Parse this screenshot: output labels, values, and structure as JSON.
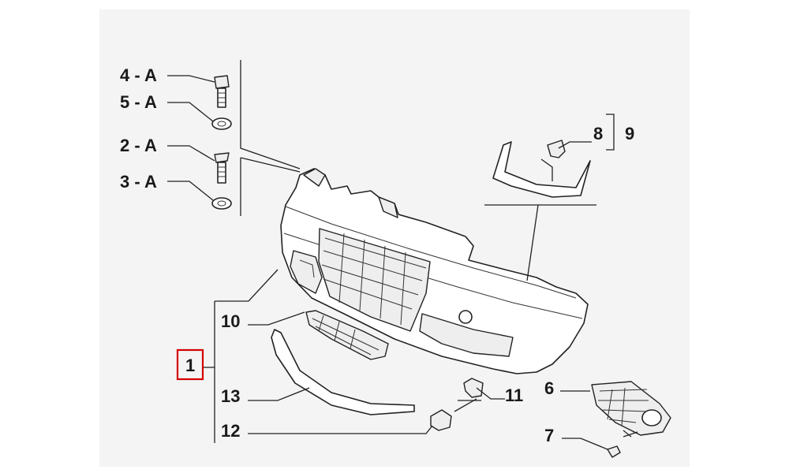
{
  "callouts": [
    {
      "id": "c4",
      "text": "4 - A"
    },
    {
      "id": "c5",
      "text": "5 - A"
    },
    {
      "id": "c2",
      "text": "2 - A"
    },
    {
      "id": "c3",
      "text": "3 - A"
    },
    {
      "id": "c8",
      "text": "8"
    },
    {
      "id": "c9",
      "text": "9"
    },
    {
      "id": "c10",
      "text": "10"
    },
    {
      "id": "c1",
      "text": "1"
    },
    {
      "id": "c13",
      "text": "13"
    },
    {
      "id": "c12",
      "text": "12"
    },
    {
      "id": "c11",
      "text": "11"
    },
    {
      "id": "c6",
      "text": "6"
    },
    {
      "id": "c7",
      "text": "7"
    }
  ],
  "highlight_color": "#d40000",
  "highlighted_callout": "1"
}
